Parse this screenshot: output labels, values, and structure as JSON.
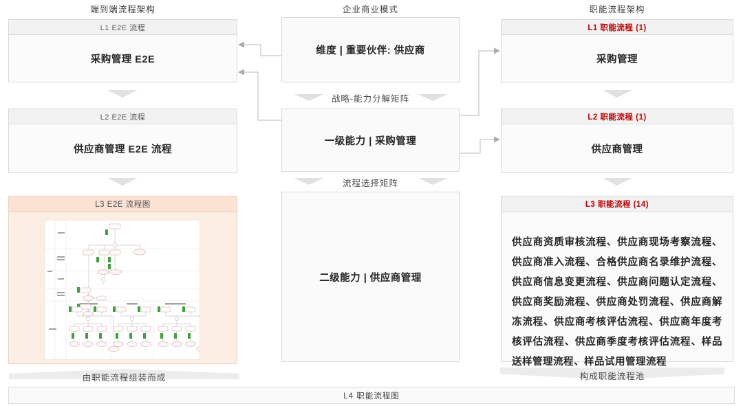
{
  "left": {
    "title": "端到端流程架构",
    "l1": {
      "header": "L1 E2E 流程",
      "body": "采购管理 E2E"
    },
    "l2": {
      "header": "L2 E2E 流程",
      "body": "供应商管理 E2E 流程"
    },
    "l3": {
      "header": "L3 E2E 流程图"
    },
    "band": "由职能流程组装而成"
  },
  "middle": {
    "title": "企业商业模式",
    "box1": "维度 | 重要伙伴: 供应商",
    "matrix1": "战略-能力分解矩阵",
    "box2": "一级能力 | 采购管理",
    "matrix2": "流程选择矩阵",
    "box3": "二级能力 | 供应商管理"
  },
  "right": {
    "title": "职能流程架构",
    "l1": {
      "header": "L1 职能流程 (1)",
      "body": "采购管理"
    },
    "l2": {
      "header": "L2 职能流程 (1)",
      "body": "供应商管理"
    },
    "l3": {
      "header": "L3 职能流程 (14)",
      "body": "供应商资质审核流程、供应商现场考察流程、供应商准入流程、合格供应商名录维护流程、供应商信息变更流程、供应商问题认定流程、供应商奖励流程、供应商处罚流程、供应商解冻流程、供应商考核评估流程、供应商年度考核评估流程、供应商季度考核评估流程、样品送样管理流程、样品试用管理流程"
    },
    "band": "构成职能流程池"
  },
  "bottom": {
    "l4_label": "L4 职能流程图"
  },
  "colors": {
    "accent_red": "#c00000",
    "peach_header": "#fbe2d3",
    "peach_body": "#fdeee3",
    "header_gray": "#f2f2f2",
    "connector_gray": "#c6c6c6"
  }
}
